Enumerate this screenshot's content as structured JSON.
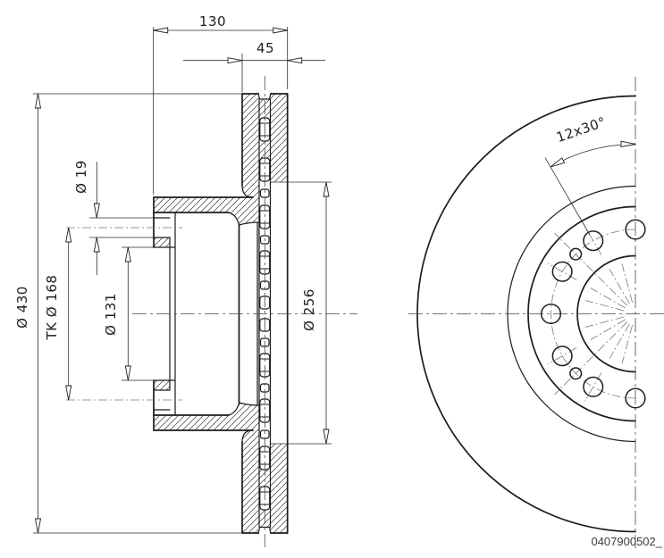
{
  "drawing": {
    "background": "#ffffff",
    "line_color": "#1c1c1c",
    "centerline_color": "#4a4a4a",
    "hatch_color": "#3a3a3a",
    "part_number": "0407900502_",
    "section_view": {
      "dim_width_total": "130",
      "dim_thickness": "45",
      "dim_bolt_hole": "Ø 19",
      "dim_outer": "Ø 430",
      "dim_bolt_circle": "TK Ø 168",
      "dim_pilot": "Ø 131",
      "dim_friction_inner": "Ø 256"
    },
    "front_view": {
      "dim_bolt_pattern": "12x30°"
    }
  }
}
